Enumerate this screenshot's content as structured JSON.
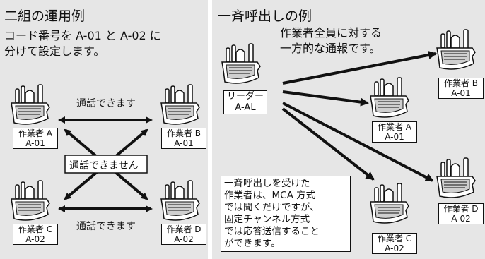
{
  "left_panel": {
    "title": "二組の運用例",
    "desc_line1": "コード番号を A-01 と A-02 に",
    "desc_line2": "分けて設定します。",
    "top_label": "通話できます",
    "middle_label": "通話できません",
    "bottom_label": "通話できます",
    "workers": [
      {
        "role": "作業者 A",
        "code": "A-01"
      },
      {
        "role": "作業者 B",
        "code": "A-01"
      },
      {
        "role": "作業者 C",
        "code": "A-02"
      },
      {
        "role": "作業者 D",
        "code": "A-02"
      }
    ]
  },
  "right_panel": {
    "title": "一斉呼出しの例",
    "desc_line1": "作業者全員に対する",
    "desc_line2": "一方的な通報です。",
    "leader": {
      "role": "リーダー",
      "code": "A-AL"
    },
    "workers": [
      {
        "role": "作業者 B",
        "code": "A-01"
      },
      {
        "role": "作業者 A",
        "code": "A-01"
      },
      {
        "role": "作業者 D",
        "code": "A-02"
      },
      {
        "role": "作業者 C",
        "code": "A-02"
      }
    ],
    "note_lines": [
      "一斉呼出しを受けた",
      "作業者は、MCA 方式",
      "では聞くだけですが、",
      "固定チャンネル方式",
      "では応答送信すること",
      "ができます。"
    ]
  },
  "colors": {
    "panel_bg": "#e6e6e6",
    "line": "#111111",
    "label_bg": "#ffffff"
  }
}
